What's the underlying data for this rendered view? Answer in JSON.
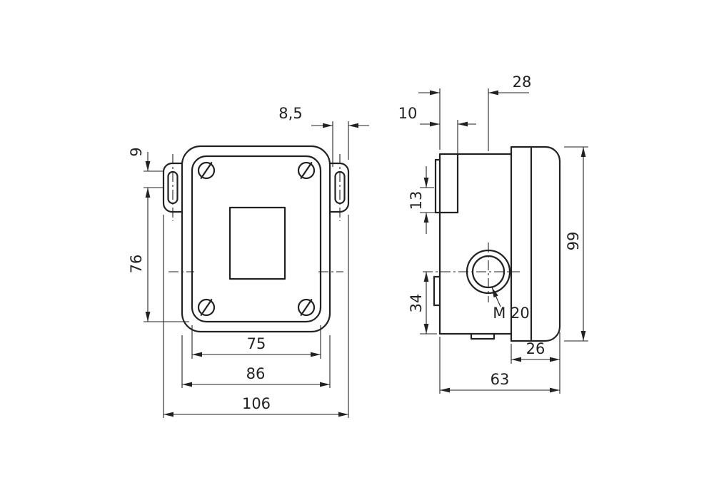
{
  "drawing": {
    "front_view": {
      "dims": {
        "slot_offset": "8,5",
        "slot_half_length": "9",
        "mount_height": "76",
        "inner_width": "75",
        "body_width": "86",
        "overall_width": "106"
      }
    },
    "side_view": {
      "dims": {
        "gland_offset": "28",
        "wall_thickness": "10",
        "ear_bottom": "13",
        "gland_height": "34",
        "overall_height": "99",
        "cover_depth": "26",
        "overall_depth": "63"
      },
      "gland_thread": "M 20"
    },
    "colors": {
      "line": "#222222",
      "background": "#ffffff"
    }
  }
}
